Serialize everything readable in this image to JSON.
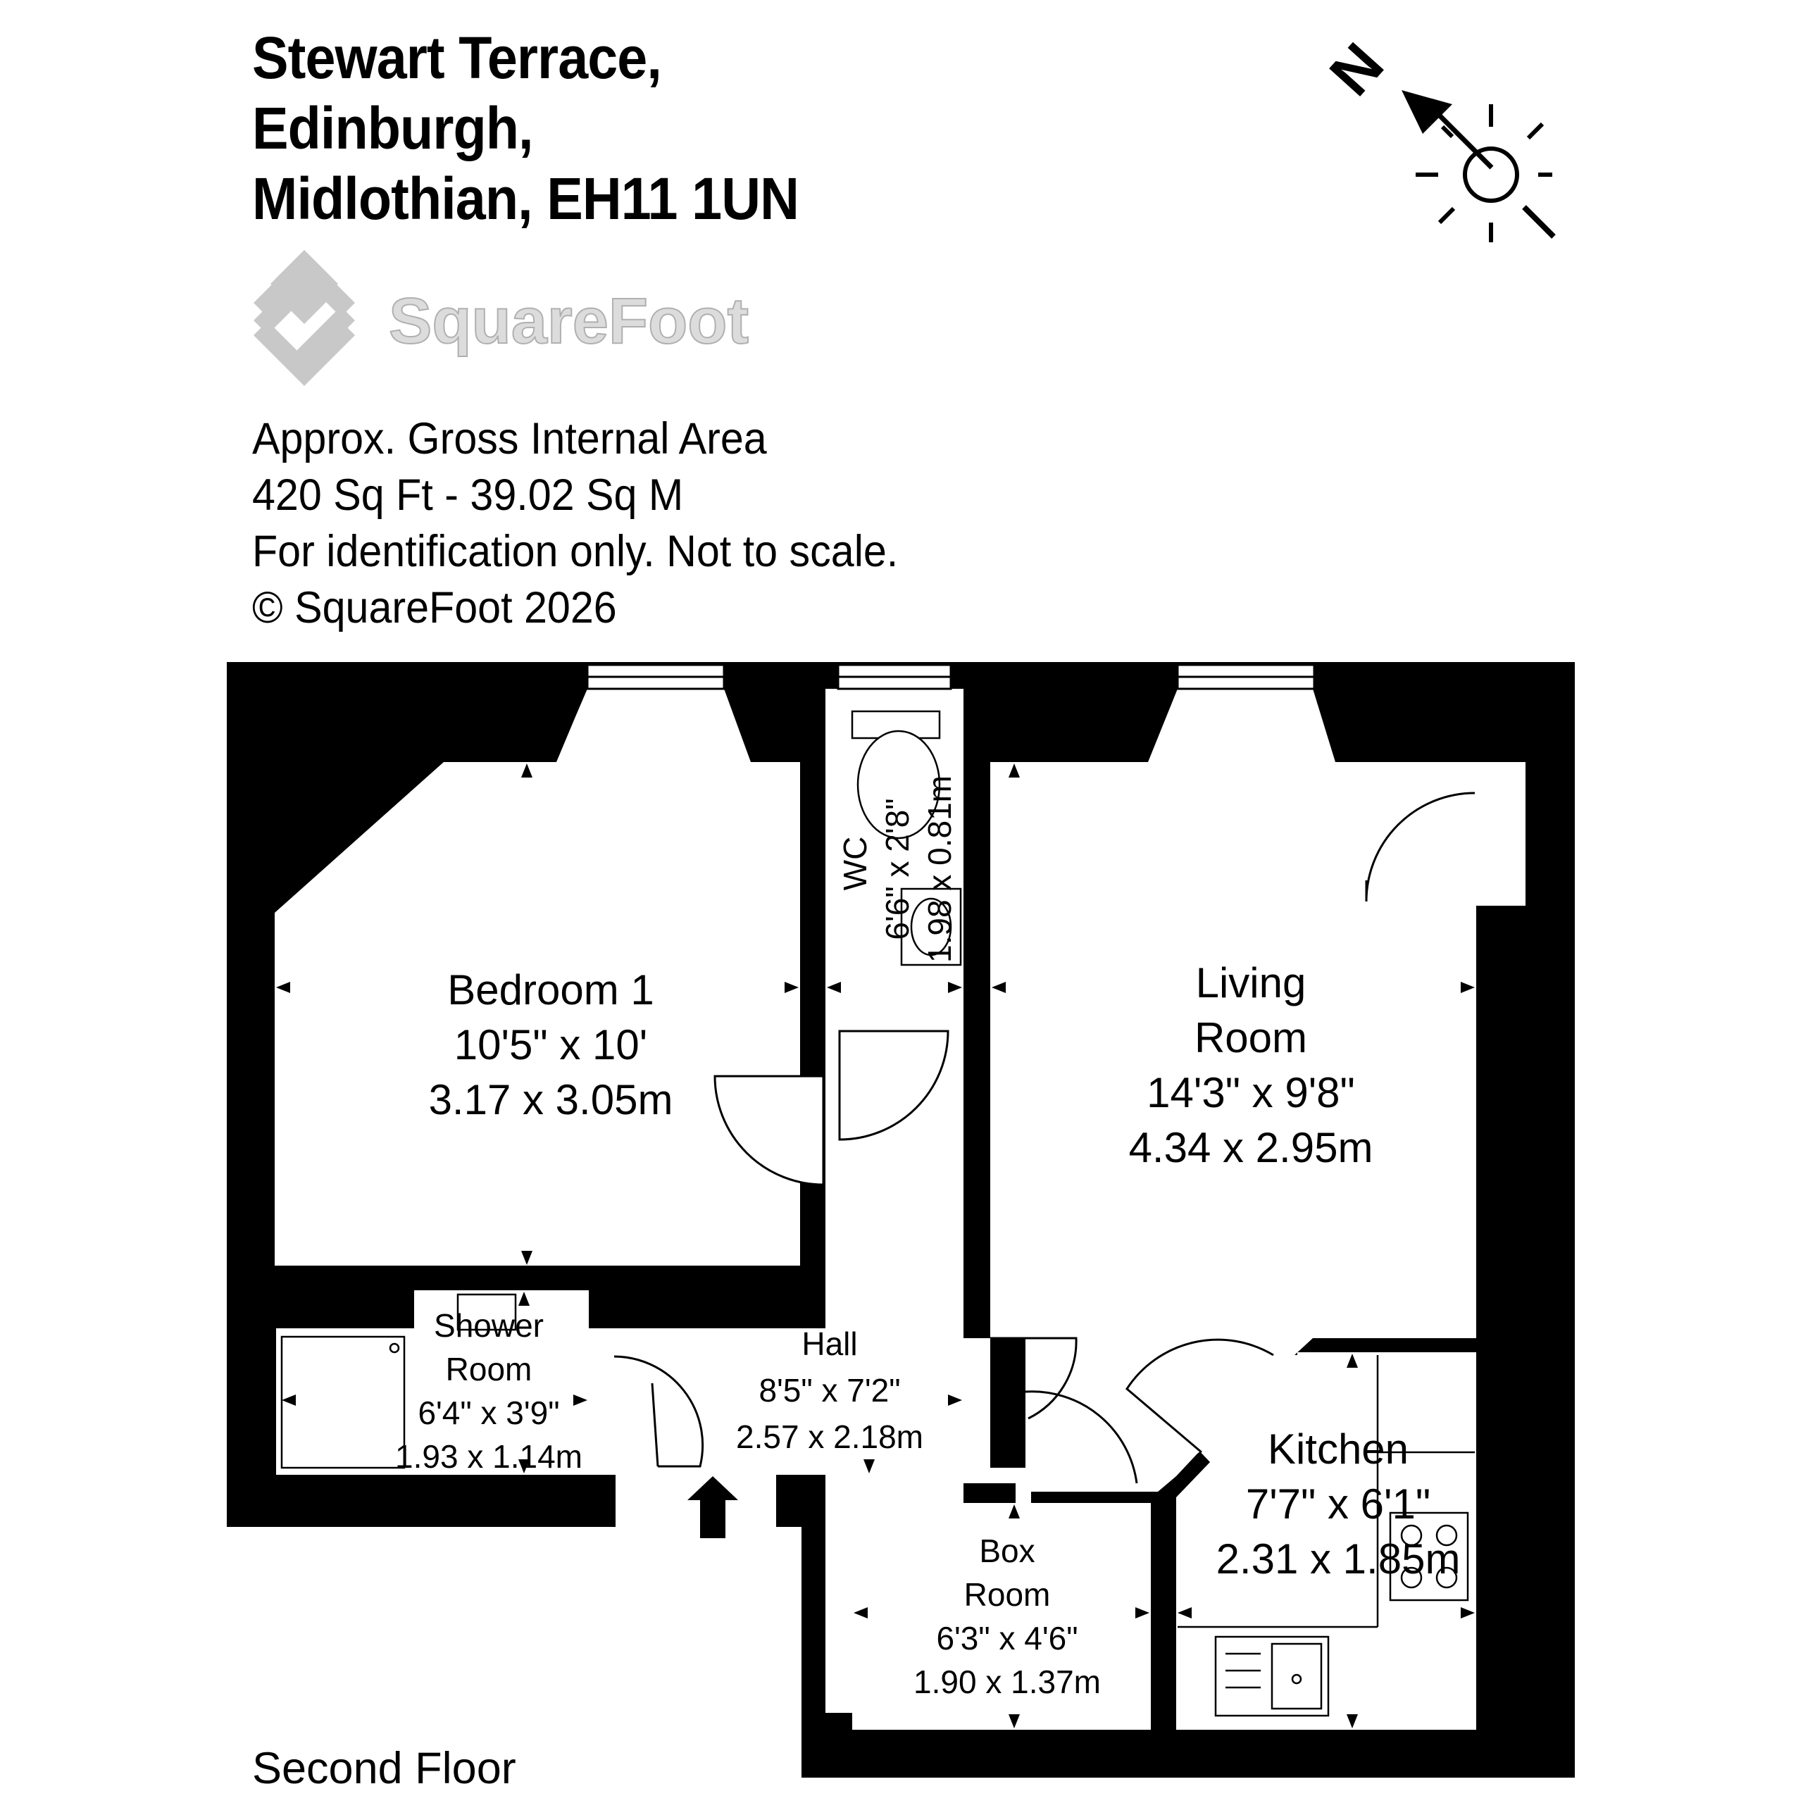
{
  "header": {
    "address_lines": [
      "Stewart Terrace,",
      "Edinburgh,",
      "Midlothian, EH11 1UN"
    ]
  },
  "logo": {
    "brand": "SquareFoot",
    "icon": "diamond-logo-icon"
  },
  "info": {
    "lines": [
      "Approx. Gross Internal Area",
      "420 Sq Ft  -  39.02 Sq M",
      "For identification only. Not to scale.",
      "© SquareFoot 2026"
    ]
  },
  "compass": {
    "label": "N",
    "icon": "north-arrow-sun-icon"
  },
  "floor": {
    "label": "Second Floor"
  },
  "rooms": {
    "bedroom1": {
      "name": "Bedroom 1",
      "imperial": "10'5\" x 10'",
      "metric": "3.17 x 3.05m"
    },
    "wc": {
      "name": "WC",
      "imperial": "6'6\" x 2'8\"",
      "metric": "1.98 x 0.81m"
    },
    "living": {
      "name_line1": "Living",
      "name_line2": "Room",
      "imperial": "14'3\" x 9'8\"",
      "metric": "4.34 x 2.95m"
    },
    "shower": {
      "name_line1": "Shower",
      "name_line2": "Room",
      "imperial": "6'4\" x 3'9\"",
      "metric": "1.93 x 1.14m"
    },
    "hall": {
      "name": "Hall",
      "imperial": "8'5\" x 7'2\"",
      "metric": "2.57 x 2.18m"
    },
    "kitchen": {
      "name": "Kitchen",
      "imperial": "7'7\" x 6'1\"",
      "metric": "2.31 x 1.85m"
    },
    "box": {
      "name_line1": "Box",
      "name_line2": "Room",
      "imperial": "6'3\" x 4'6\"",
      "metric": "1.90 x 1.37m"
    }
  },
  "colors": {
    "wall": "#000000",
    "background": "#ffffff",
    "logo_grey": "#c8c8c8"
  }
}
